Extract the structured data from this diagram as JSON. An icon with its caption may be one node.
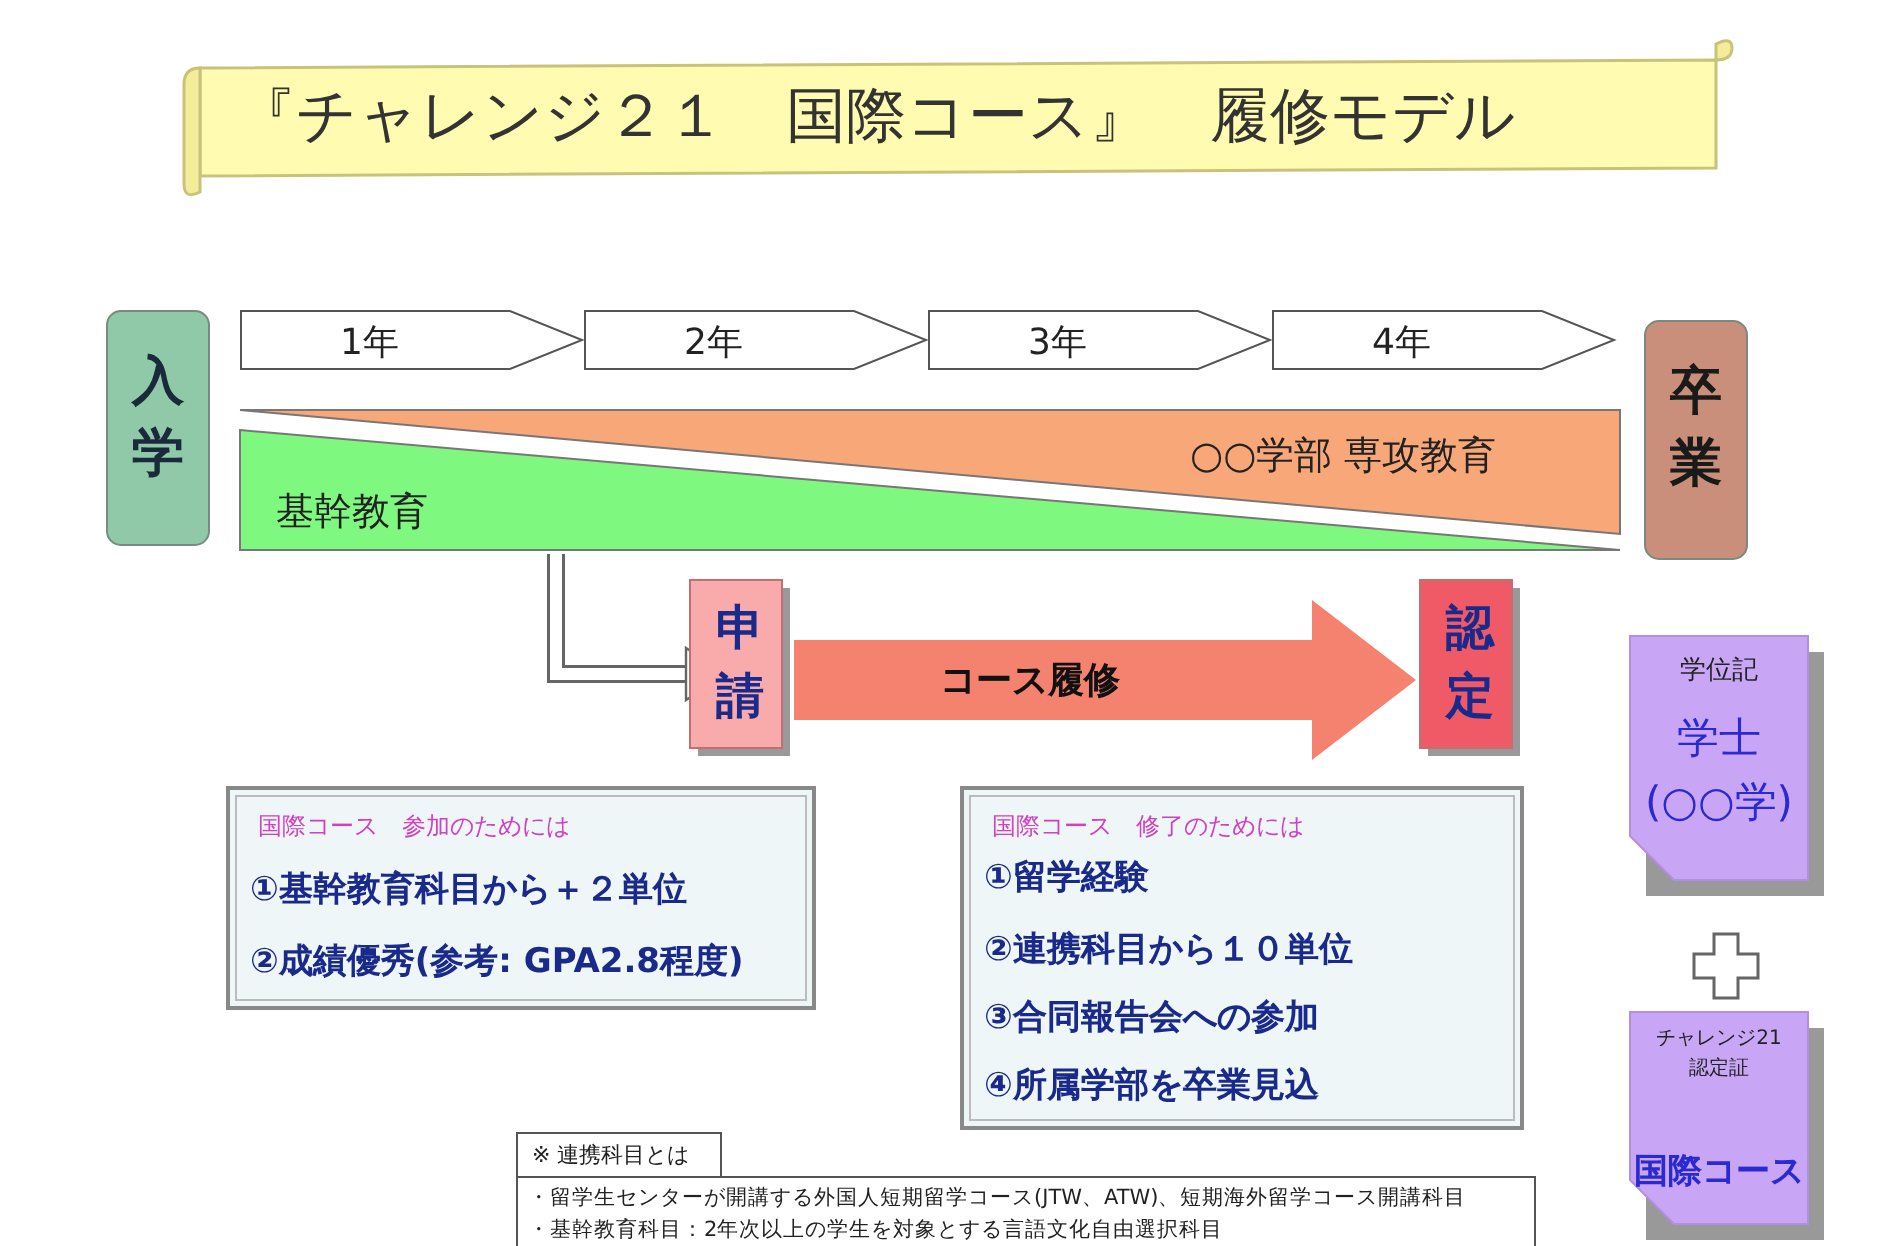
{
  "diagram": {
    "title": "『チャレンジ２１　国際コース』　履修モデル",
    "nodes": [
      {
        "text": [
          "入学"
        ]
      },
      {
        "text": [
          "1年"
        ]
      },
      {
        "text": [
          "2年"
        ]
      },
      {
        "text": [
          "3年"
        ]
      },
      {
        "text": [
          "4年"
        ]
      },
      {
        "text": [
          "卒業"
        ]
      },
      {
        "text": [
          "○○学部 専攻教育"
        ]
      },
      {
        "text": [
          "基幹教育"
        ]
      },
      {
        "text": [
          "申請"
        ]
      },
      {
        "text": [
          "認定"
        ]
      },
      {
        "text": [
          "国際コース　参加のためには",
          "①基幹教育科目から＋２単位",
          "②成績優秀(参考: GPA2.8程度)"
        ]
      },
      {
        "text": [
          "国際コース　修了のためには",
          "①留学経験",
          "②連携科目から１０単位",
          "③合同報告会への参加",
          "④所属学部を卒業見込"
        ]
      },
      {
        "text": [
          "学位記",
          "学士 (○○学)"
        ]
      },
      {
        "text": [
          "チャレンジ21 認定証",
          "国際コース"
        ]
      },
      {
        "text": [
          "※ 連携科目とは",
          "・留学生センターが開講する外国人短期留学コース(JTW、ATW)、短期海外留学コース開講科目",
          "・基幹教育科目：2年次以上の学生を対象とする言語文化自由選択科目"
        ]
      }
    ],
    "edges": [
      {
        "from": 7,
        "to": 8,
        "arrow": "to"
      },
      {
        "from": 8,
        "to": 9,
        "arrow": "to",
        "label": "コース履修",
        "style": "thick",
        "color": "#f4826e"
      }
    ]
  }
}
